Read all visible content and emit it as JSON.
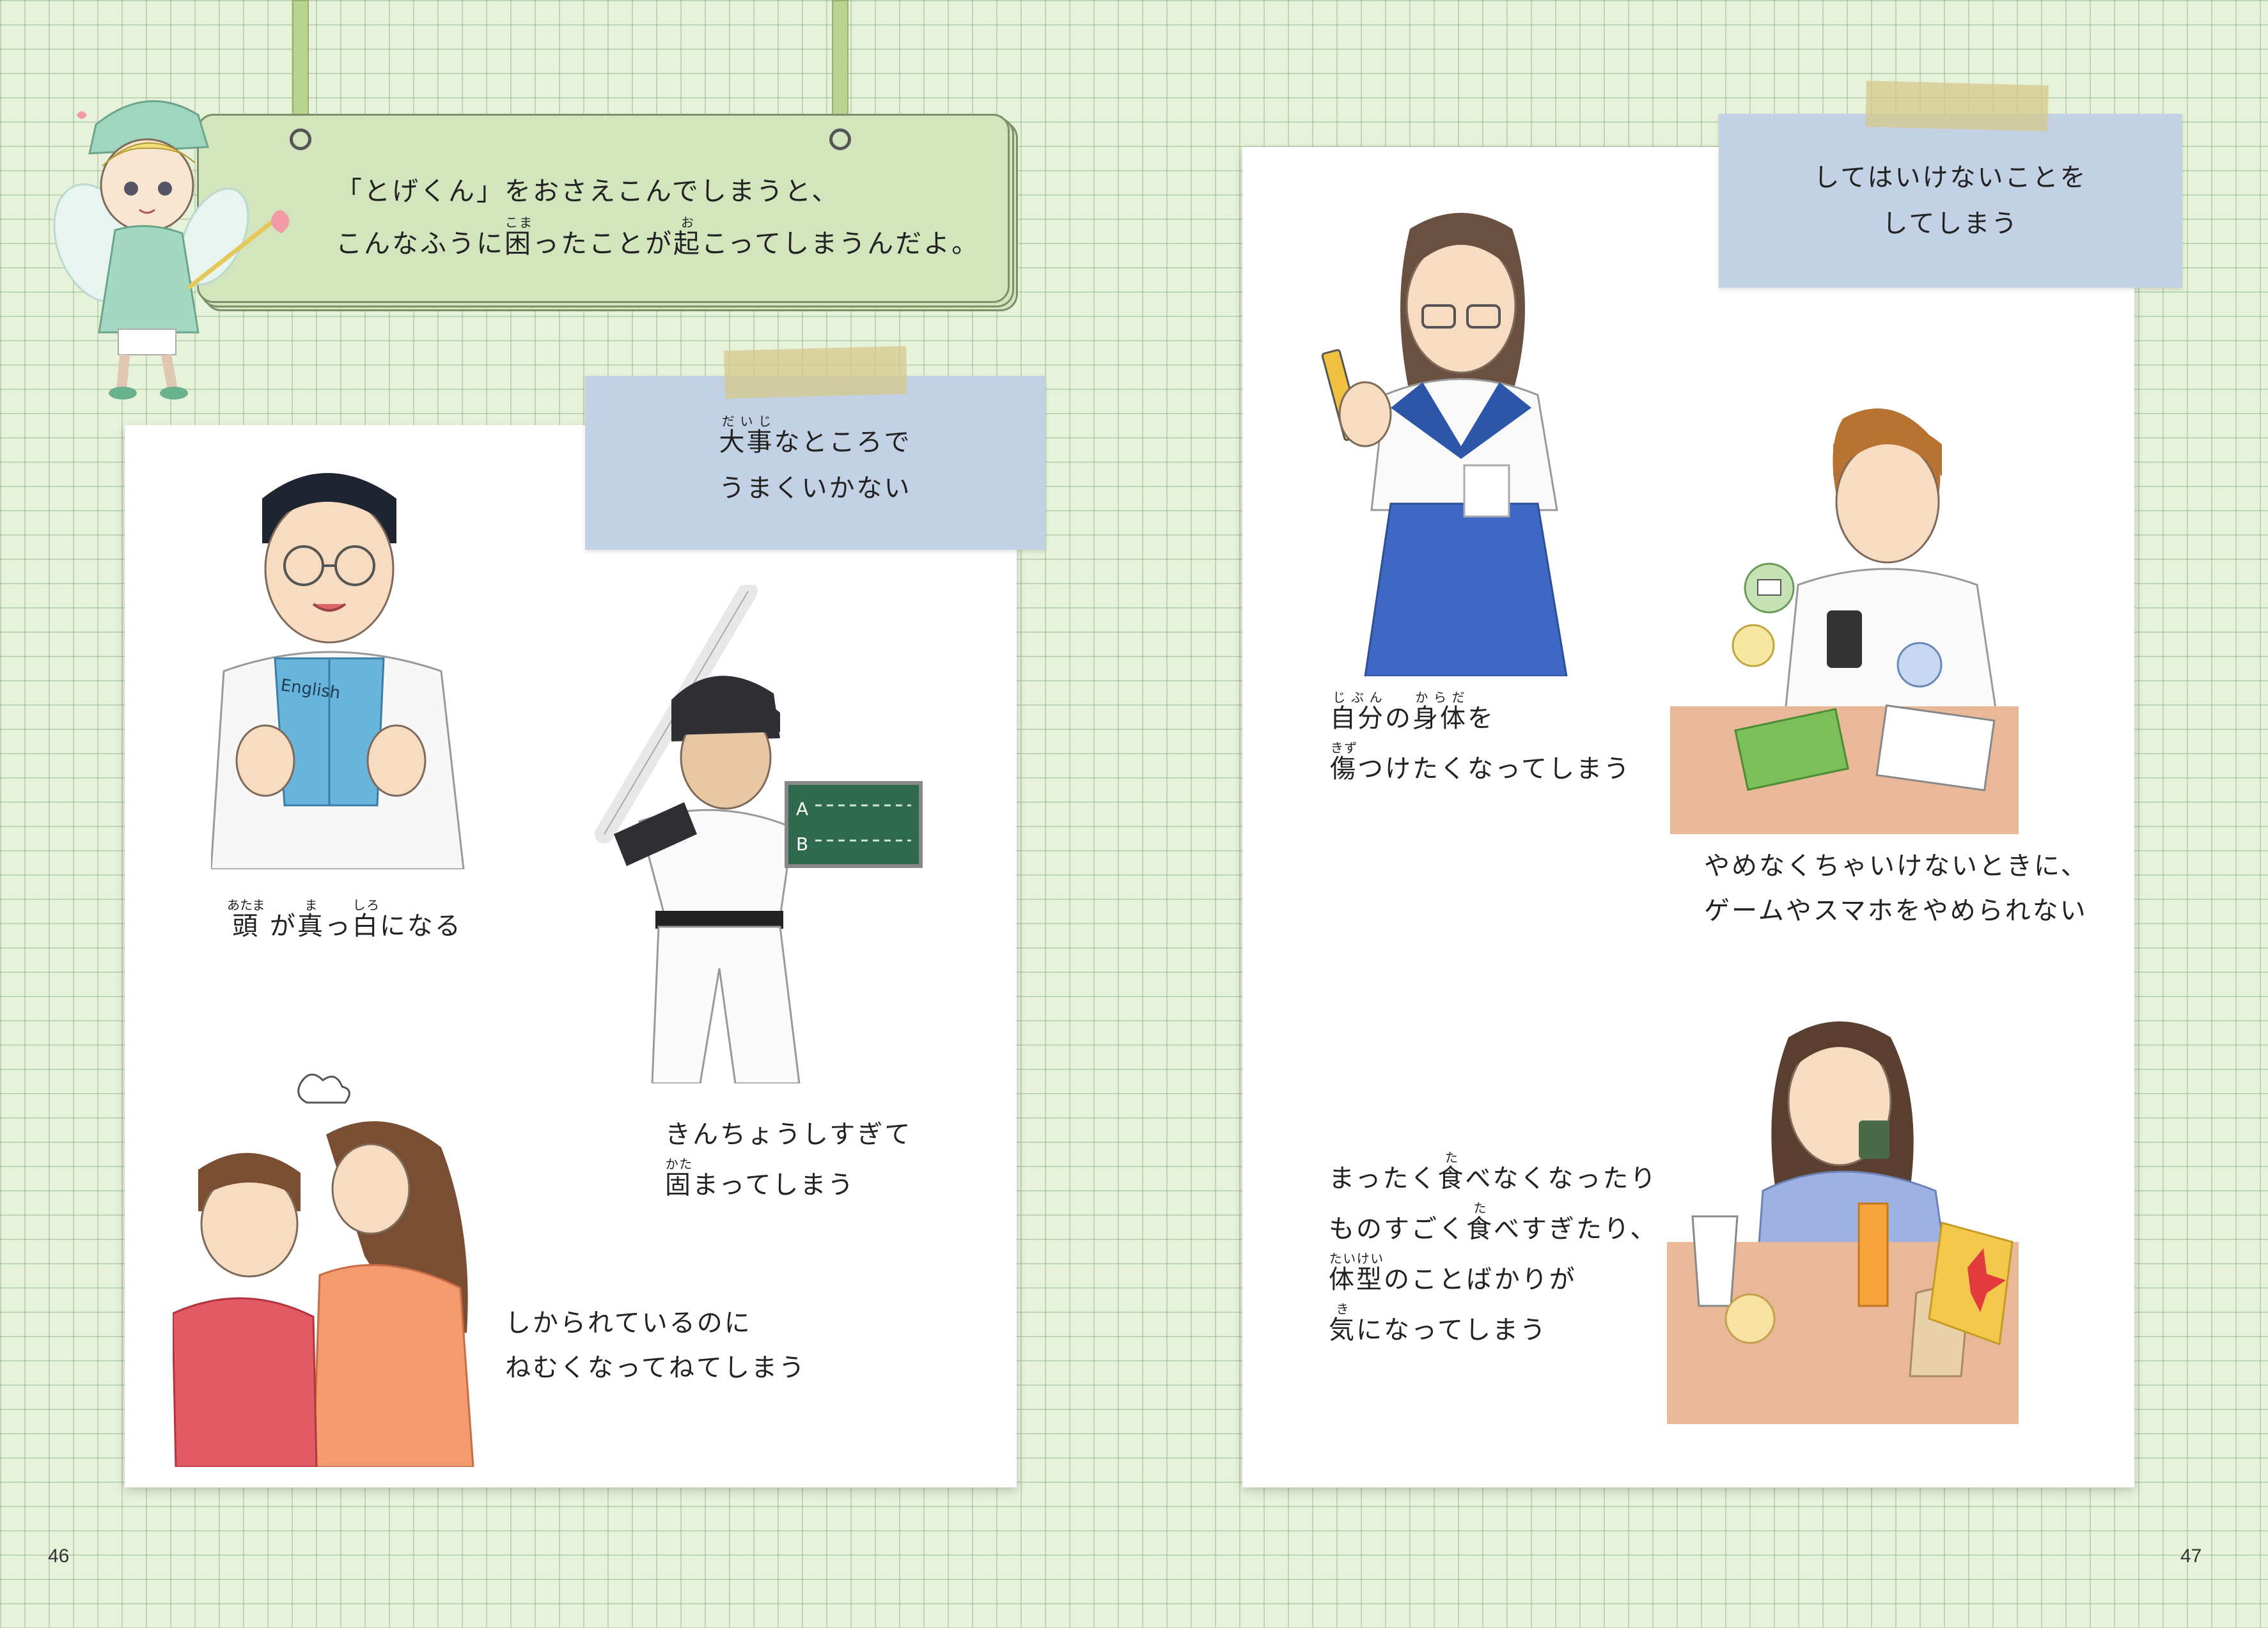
{
  "speech": {
    "line1": "「とげくん」をおさえこんでしまうと、",
    "line2_a": "こんなふうに",
    "line2_kanji1": "困",
    "line2_ruby1": "こま",
    "line2_b": "ったことが",
    "line2_kanji2": "起",
    "line2_ruby2": "お",
    "line2_c": "こってしまうんだよ。"
  },
  "left_panel": {
    "label_kanji": "大事",
    "label_ruby": "だいじ",
    "label_line1_rest": "なところで",
    "label_line2": "うまくいかない",
    "caption1": {
      "k1": "頭",
      "r1": "あたま",
      "t1": " が",
      "k2": "真",
      "r2": "ま",
      "t2": "っ",
      "k3": "白",
      "r3": "しろ",
      "t3": "になる"
    },
    "caption2": {
      "line1": "きんちょうしすぎて",
      "k1": "固",
      "r1": "かた",
      "line2_rest": "まってしまう"
    },
    "caption3": {
      "line1": "しかられているのに",
      "line2": "ねむくなってねてしまう"
    }
  },
  "right_panel": {
    "label_line1": "してはいけないことを",
    "label_line2": "してしまう",
    "caption1": {
      "k1": "自分",
      "r1": "じぶん",
      "t1": "の",
      "k2": "身体",
      "r2": "からだ",
      "t2": "を",
      "k3": "傷",
      "r3": "きず",
      "line2_rest": "つけたくなってしまう"
    },
    "caption2": {
      "line1": "やめなくちゃいけないときに、",
      "line2": "ゲームやスマホをやめられない"
    },
    "caption3": {
      "a1": "まったく",
      "k1": "食",
      "r1": "た",
      "b1": "べなくなったり",
      "a2": "ものすごく",
      "k2": "食",
      "r2": "た",
      "b2": "べすぎたり、",
      "k3": "体型",
      "r3": "たいけい",
      "b3": "のことばかりが",
      "k4": "気",
      "r4": "き",
      "b4": "になってしまう"
    }
  },
  "illustration_text": {
    "book_title": "English",
    "scoreboard_row_a": "A",
    "scoreboard_row_b": "B"
  },
  "page_numbers": {
    "left": "46",
    "right": "47"
  }
}
